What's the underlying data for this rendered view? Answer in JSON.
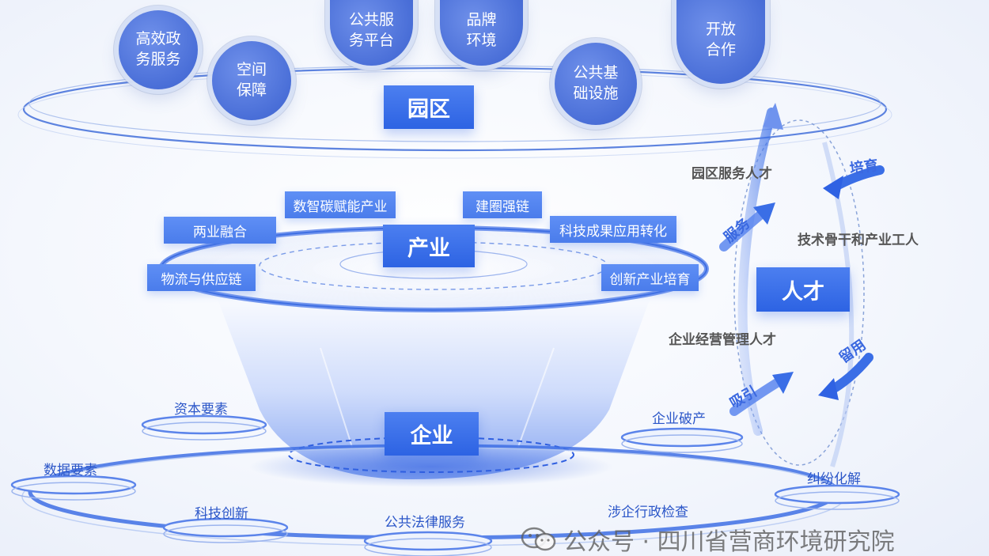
{
  "park": {
    "title": "园区",
    "bubbles": [
      {
        "text": "高效政\n务服务"
      },
      {
        "text": "空间\n保障"
      },
      {
        "text": "公共服\n务平台"
      },
      {
        "text": "品牌\n环境"
      },
      {
        "text": "公共基\n础设施"
      },
      {
        "text": "开放\n合作"
      }
    ]
  },
  "industry": {
    "title": "产业",
    "tags": [
      "两业融合",
      "数智碳赋能产业",
      "建圈强链",
      "科技成果应用转化",
      "物流与供应链",
      "创新产业培育"
    ]
  },
  "enterprise": {
    "title": "企业",
    "ring_labels": [
      "资本要素",
      "数据要素",
      "科技创新",
      "公共法律服务",
      "涉企行政检查",
      "纠纷化解",
      "企业破产"
    ]
  },
  "talent": {
    "title": "人才",
    "labels": [
      "园区服务人才",
      "技术骨干和产业工人",
      "企业经营管理人才"
    ],
    "arrows": [
      "培育",
      "服务",
      "留用",
      "吸引"
    ]
  },
  "watermark": {
    "text": "公众号 · 四川省营商环境研究院"
  },
  "colors": {
    "accent": "#2d63e3",
    "bubble": "#4a6fd8",
    "pill": "#5585ef"
  }
}
